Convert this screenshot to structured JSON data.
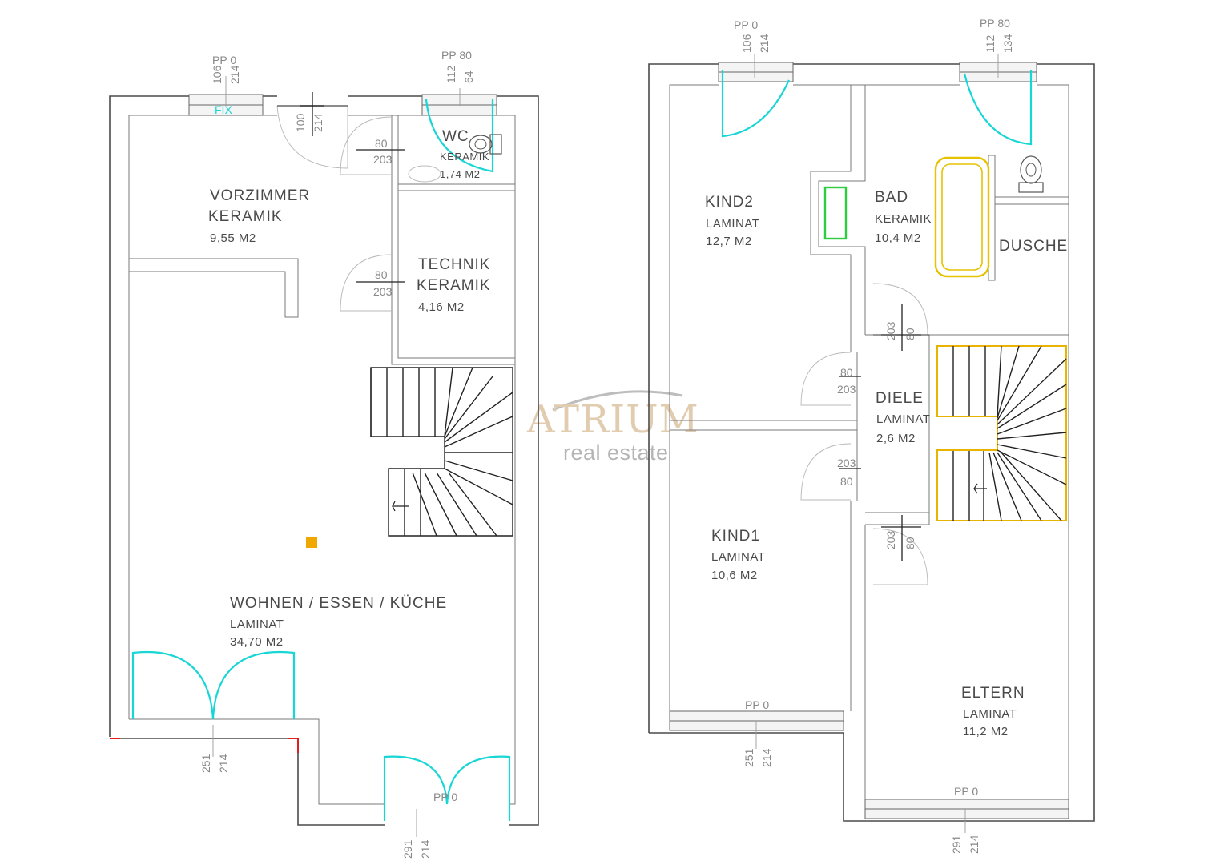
{
  "watermark": {
    "brand": "ATRIUM",
    "sub": "real estate"
  },
  "ground_floor": {
    "rooms": [
      {
        "name": "VORZIMMER",
        "floor": "KERAMIK",
        "area": "9,55 M2"
      },
      {
        "name": "WC",
        "floor": "KERAMIK",
        "area": "1,74 M2"
      },
      {
        "name": "TECHNIK",
        "floor": "KERAMIK",
        "area": "4,16 M2"
      },
      {
        "name": "WOHNEN / ESSEN / KÜCHE",
        "floor": "LAMINAT",
        "area": "34,70 M2"
      }
    ],
    "fix_label": "FIX",
    "dims": {
      "win1_a": "106",
      "win1_b": "214",
      "win1_pp": "PP 0",
      "win2_a": "112",
      "win2_b": "64",
      "win2_pp": "PP 80",
      "door_ent_a": "100",
      "door_ent_b": "214",
      "door_wc_a": "80",
      "door_wc_b": "203",
      "door_tech_a": "80",
      "door_tech_b": "203",
      "door_terr_a": "251",
      "door_terr_b": "214",
      "door_garden_a": "291",
      "door_garden_b": "214",
      "door_garden_pp": "PP 0"
    }
  },
  "upper_floor": {
    "rooms": [
      {
        "name": "KIND2",
        "floor": "LAMINAT",
        "area": "12,7 M2"
      },
      {
        "name": "BAD",
        "floor": "KERAMIK",
        "area": "10,4 M2"
      },
      {
        "name": "DUSCHE"
      },
      {
        "name": "DIELE",
        "floor": "LAMINAT",
        "area": "2,6 M2"
      },
      {
        "name": "KIND1",
        "floor": "LAMINAT",
        "area": "10,6 M2"
      },
      {
        "name": "ELTERN",
        "floor": "LAMINAT",
        "area": "11,2 M2"
      }
    ],
    "dims": {
      "win1_a": "106",
      "win1_b": "214",
      "win1_pp": "PP 0",
      "win2_a": "112",
      "win2_b": "134",
      "win2_pp": "PP 80",
      "door_bad_a": "203",
      "door_bad_b": "80",
      "door_k2_a": "80",
      "door_k2_b": "203",
      "door_k1_a": "203",
      "door_k1_b": "80",
      "door_el_a": "203",
      "door_el_b": "80",
      "win_k1_pp": "PP 0",
      "win_k1_a": "251",
      "win_k1_b": "214",
      "win_el_pp": "PP 0",
      "win_el_a": "291",
      "win_el_b": "214"
    }
  }
}
